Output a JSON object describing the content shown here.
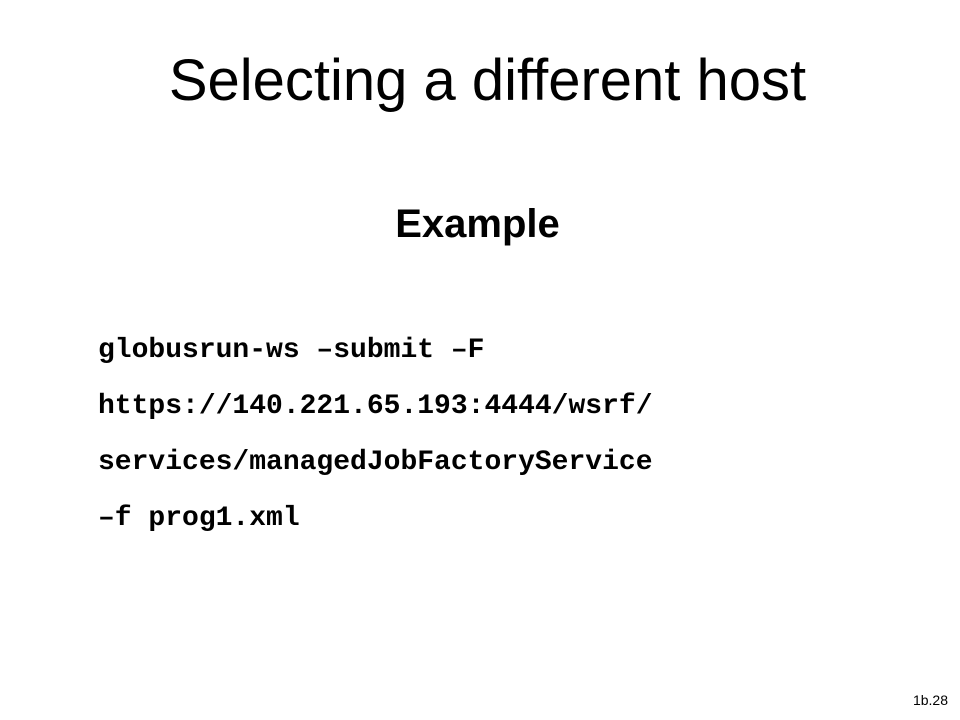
{
  "slide": {
    "title": "Selecting a different host",
    "subtitle": "Example",
    "code_lines": [
      "globusrun-ws –submit –F",
      "https://140.221.65.193:4444/wsrf/",
      "services/managedJobFactoryService",
      "–f prog1.xml"
    ],
    "slide_number": "1b.28"
  }
}
